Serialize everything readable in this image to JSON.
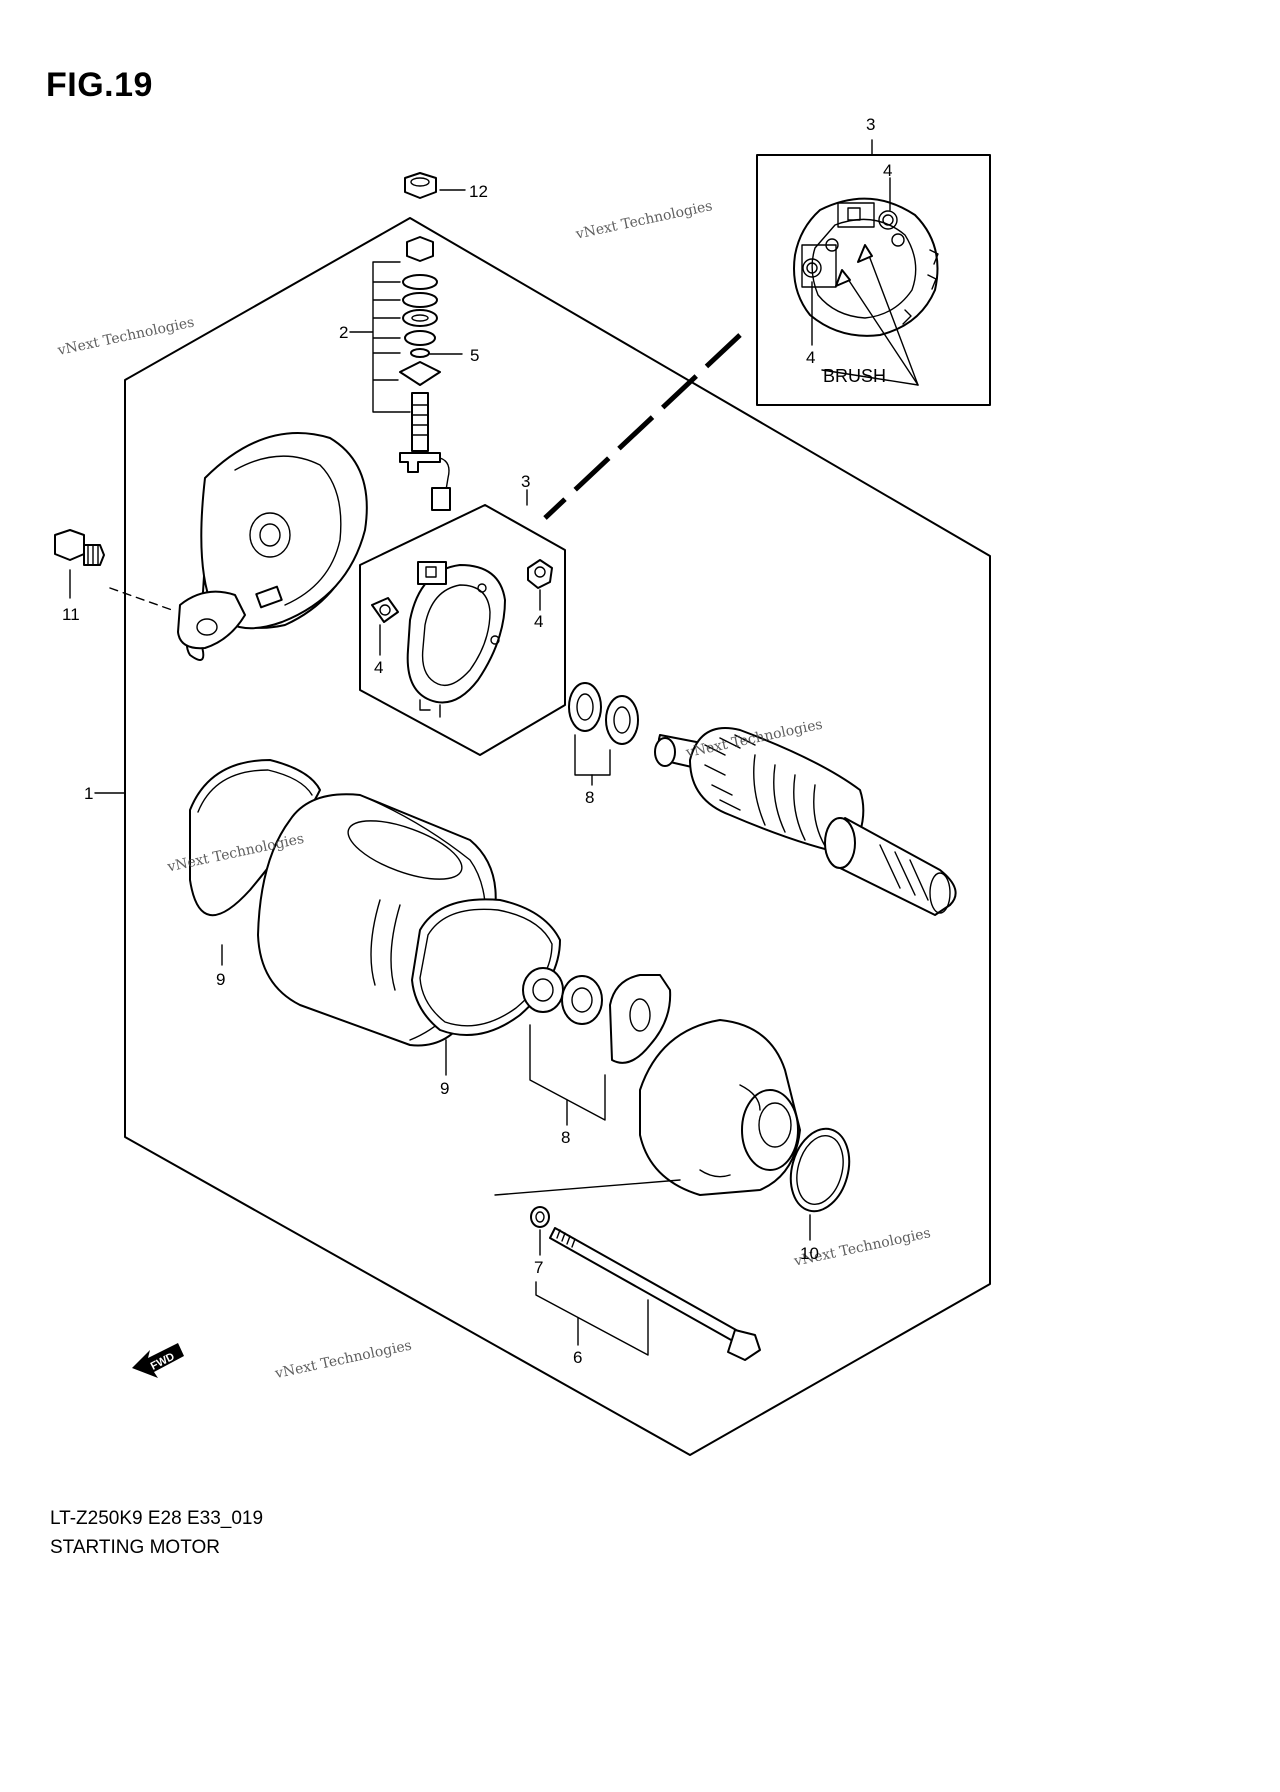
{
  "figure": {
    "title": "FIG.19",
    "caption_code": "LT-Z250K9 E28 E33_019",
    "caption_name": "STARTING MOTOR"
  },
  "callouts": {
    "c1": "1",
    "c2": "2",
    "c3_main": "3",
    "c3_inset": "3",
    "c4_a": "4",
    "c4_b": "4",
    "c4_inset_top": "4",
    "c4_inset_bottom": "4",
    "c5": "5",
    "c6": "6",
    "c7": "7",
    "c8_upper": "8",
    "c8_lower": "8",
    "c9_left": "9",
    "c9_mid": "9",
    "c10": "10",
    "c11": "11",
    "c12": "12"
  },
  "inset": {
    "brush_label": "BRUSH"
  },
  "direction": {
    "fwd_label": "FWD"
  },
  "watermark": {
    "line1": "vNext Technologies",
    "line2": "Technologies",
    "line3": "vNext"
  }
}
